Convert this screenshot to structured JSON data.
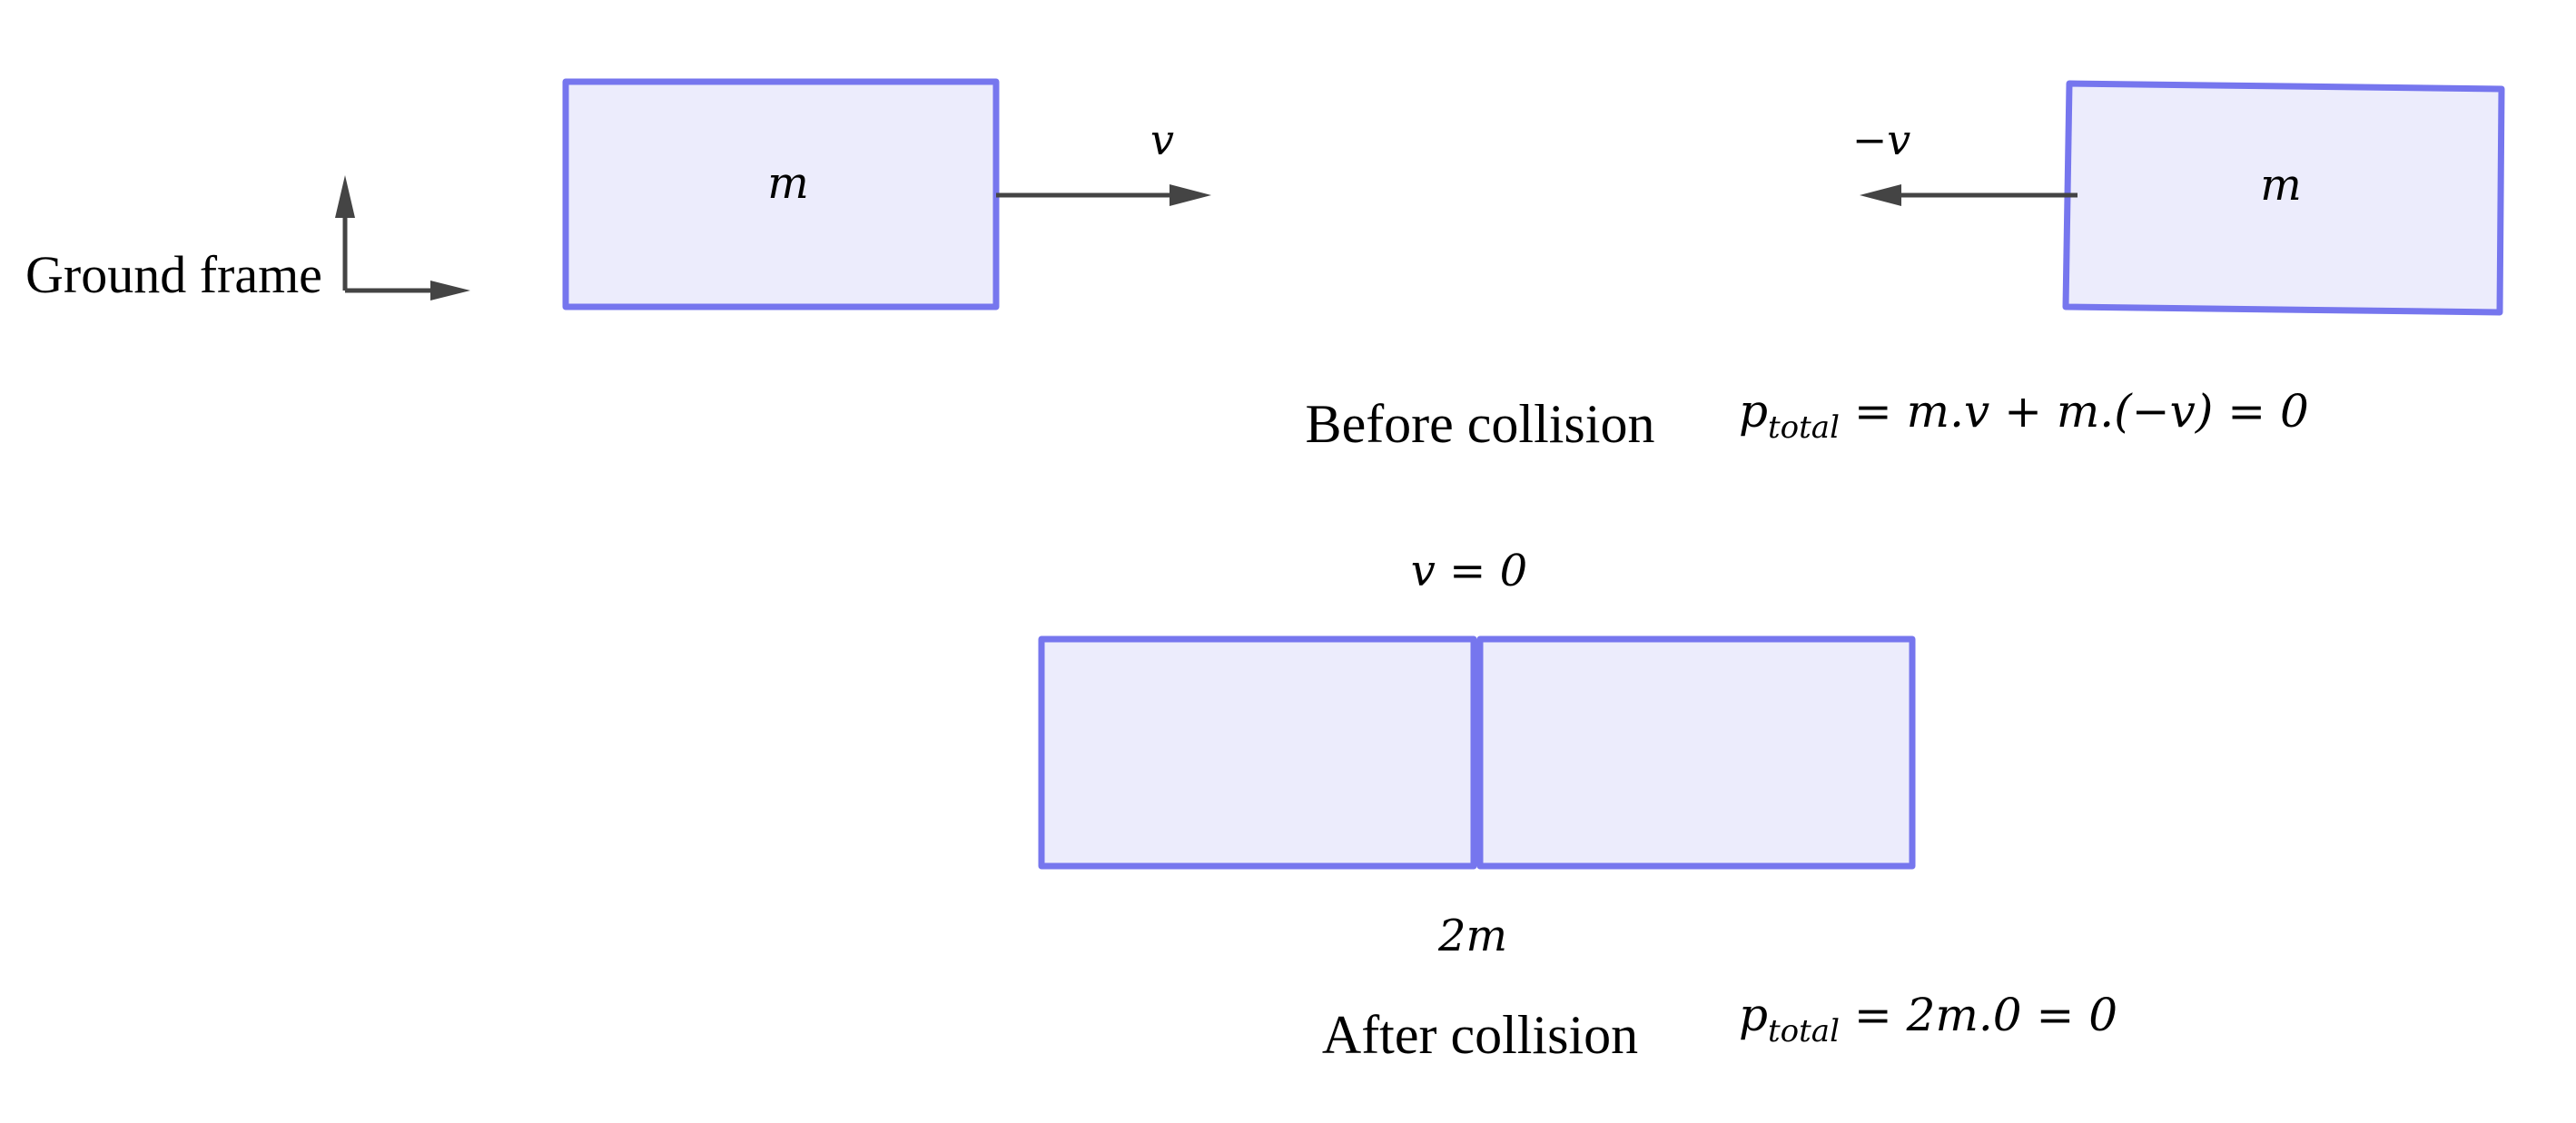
{
  "frame": {
    "label": "Ground frame"
  },
  "before": {
    "left_block_mass": "m",
    "left_velocity": "v",
    "right_block_mass": "m",
    "right_velocity": "−v",
    "caption": "Before collision",
    "momentum_p": "p",
    "momentum_sub": "total",
    "momentum_rhs": " = m.v + m.(−v) = 0"
  },
  "after": {
    "velocity": "v = 0",
    "combined_mass": "2m",
    "caption": "After collision",
    "momentum_p": "p",
    "momentum_sub": "total",
    "momentum_rhs": " = 2m.0 = 0"
  },
  "colors": {
    "block_fill": "#ececfc",
    "block_stroke": "#7676ee",
    "arrow": "#444444"
  }
}
